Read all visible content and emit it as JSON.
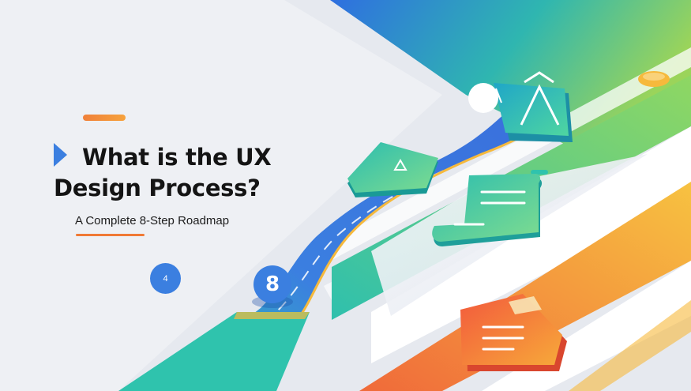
{
  "headline": {
    "line1": "What is the UX",
    "line2": "Design Process?"
  },
  "subtitle": "A Complete 8-Step Roadmap",
  "step_badge": "4",
  "road_number": "8",
  "colors": {
    "background": "#eef0f4",
    "blue": "#3b7fe0",
    "teal": "#2fc3ad",
    "green": "#7ed36a",
    "orange": "#f07a35",
    "yellow": "#f6b93c"
  },
  "icons": [
    "play-icon",
    "triangle-icon",
    "document-icon",
    "mountain-icon",
    "circle-icon"
  ]
}
